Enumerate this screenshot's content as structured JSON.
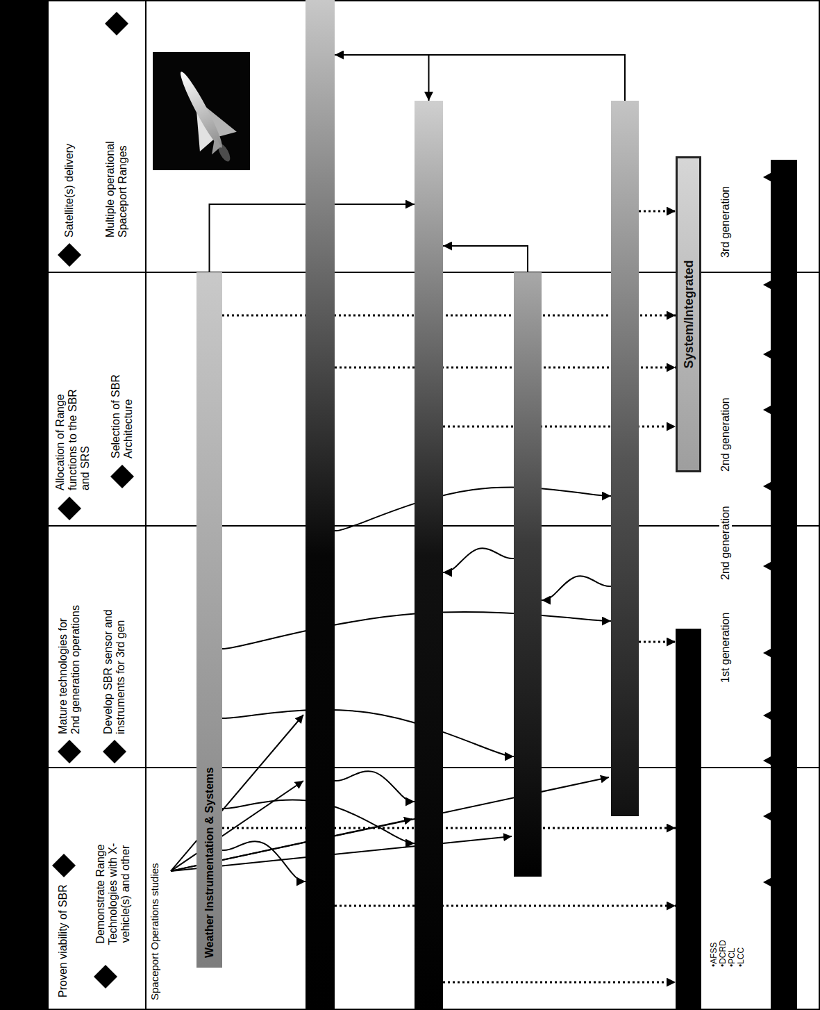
{
  "diagram": {
    "nodes": [
      {
        "text": [
          "Weather Instrumentation & Systems"
        ]
      },
      {
        "text": []
      },
      {
        "text": []
      },
      {
        "text": []
      },
      {
        "text": []
      },
      {
        "text": []
      },
      {
        "text": [
          "System/Integrated"
        ]
      }
    ],
    "edges": [
      {
        "from": 0,
        "to": 1,
        "arrow": "to"
      },
      {
        "from": 0,
        "to": 2,
        "arrow": "to"
      },
      {
        "from": 1,
        "to": 2,
        "arrow": "to"
      },
      {
        "from": 0,
        "to": 3,
        "arrow": "to"
      },
      {
        "from": 0,
        "to": 4,
        "arrow": "to"
      },
      {
        "from": 4,
        "to": 3,
        "arrow": "to"
      },
      {
        "from": 3,
        "to": 2,
        "arrow": "to"
      },
      {
        "from": 1,
        "to": 4,
        "arrow": "to"
      },
      {
        "from": 2,
        "to": 5,
        "arrow": "to"
      },
      {
        "from": 1,
        "to": 5,
        "arrow": "to"
      },
      {
        "from": 0,
        "to": 5,
        "arrow": "to"
      },
      {
        "from": 4,
        "to": 5,
        "arrow": "to"
      },
      {
        "from": 2,
        "to": 6,
        "arrow": "to"
      },
      {
        "from": 1,
        "to": 6,
        "arrow": "to"
      },
      {
        "from": 0,
        "to": 6,
        "arrow": "to"
      },
      {
        "from": 4,
        "to": 6,
        "arrow": "to"
      },
      {
        "from": 0,
        "to": 2,
        "arrow": "to"
      },
      {
        "from": 3,
        "to": 2,
        "arrow": "to"
      },
      {
        "from": 4,
        "to": 1,
        "arrow": "to"
      },
      {
        "from": 4,
        "to": 2,
        "arrow": "to"
      }
    ],
    "labels": [
      "Proven viability of SBR",
      "Demonstrate Range Technologies with X-vehicle(s) and other",
      "Mature technologies for 2nd generation operations",
      "Develop SBR sensor and instruments for 3rd gen",
      "Allocation of Range functions to the SBR and SRS",
      "Selection of SBR Architecture",
      "Satellite(s) delivery",
      "Multiple operational Spaceport Ranges",
      "Spaceport Operations studies",
      "•AFSS",
      "•DCRD",
      "•PCL",
      "•LCC",
      "1st generation",
      "2nd generation",
      "2nd generation",
      "3rd generation"
    ]
  }
}
